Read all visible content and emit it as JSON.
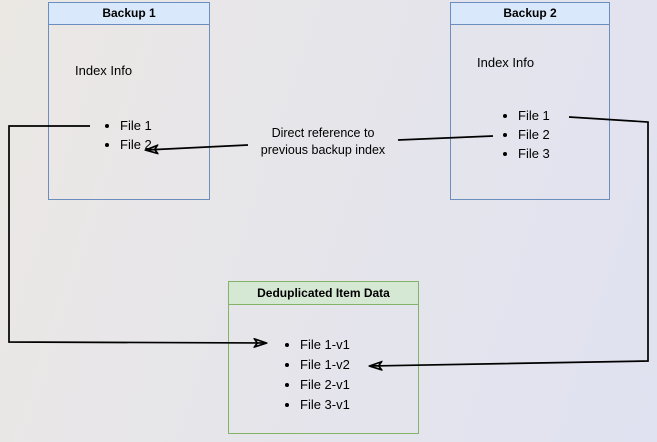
{
  "colors": {
    "bg_left": "#ebe8e4",
    "bg_right": "#e0e2f1",
    "blue_fill": "#dae8fc",
    "blue_border": "#6c8ebf",
    "green_fill": "#d5e8d4",
    "green_border": "#82b366",
    "arrow": "#000000"
  },
  "diagram": {
    "backup1": {
      "title": "Backup 1",
      "subtitle": "Index Info",
      "items": [
        "File 1",
        "File 2"
      ]
    },
    "backup2": {
      "title": "Backup 2",
      "subtitle": "Index Info",
      "items": [
        "File 1",
        "File 2",
        "File 3"
      ]
    },
    "dedup": {
      "title": "Deduplicated Item Data",
      "items": [
        "File 1-v1",
        "File 1-v2",
        "File 2-v1",
        "File 3-v1"
      ]
    },
    "annotation": {
      "line1": "Direct reference to",
      "line2": "previous backup index"
    },
    "edges": {
      "backup2_to_backup1": "direct reference arrow from Backup 2 index to Backup 1 index",
      "backup1_to_dedup": "arrow from Backup 1 File 1 to Deduplicated Item Data File 1-v1",
      "backup2_to_dedup": "arrow from Backup 2 File 1 to Deduplicated Item Data File 1-v2"
    }
  }
}
